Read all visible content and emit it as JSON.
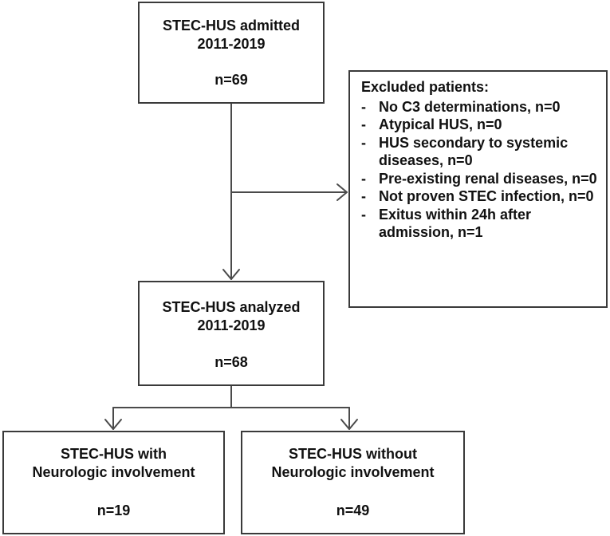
{
  "boxes": {
    "admitted": {
      "title": "STEC-HUS admitted",
      "years": "2011-2019",
      "n": "n=69"
    },
    "analyzed": {
      "title": "STEC-HUS analyzed",
      "years": "2011-2019",
      "n": "n=68"
    },
    "neuro": {
      "line1": "STEC-HUS with",
      "line2": "Neurologic involvement",
      "n": "n=19"
    },
    "no_neuro": {
      "line1": "STEC-HUS without",
      "line2": "Neurologic involvement",
      "n": "n=49"
    }
  },
  "excluded": {
    "heading": "Excluded patients:",
    "items": [
      "No C3 determinations, n=0",
      "Atypical HUS, n=0",
      "HUS secondary to systemic diseases, n=0",
      "Pre-existing renal diseases, n=0",
      "Not proven STEC infection, n=0",
      "Exitus within 24h after admission, n=1"
    ]
  },
  "colors": {
    "line": "#4a4a4a",
    "border": "#3a3a3a"
  }
}
